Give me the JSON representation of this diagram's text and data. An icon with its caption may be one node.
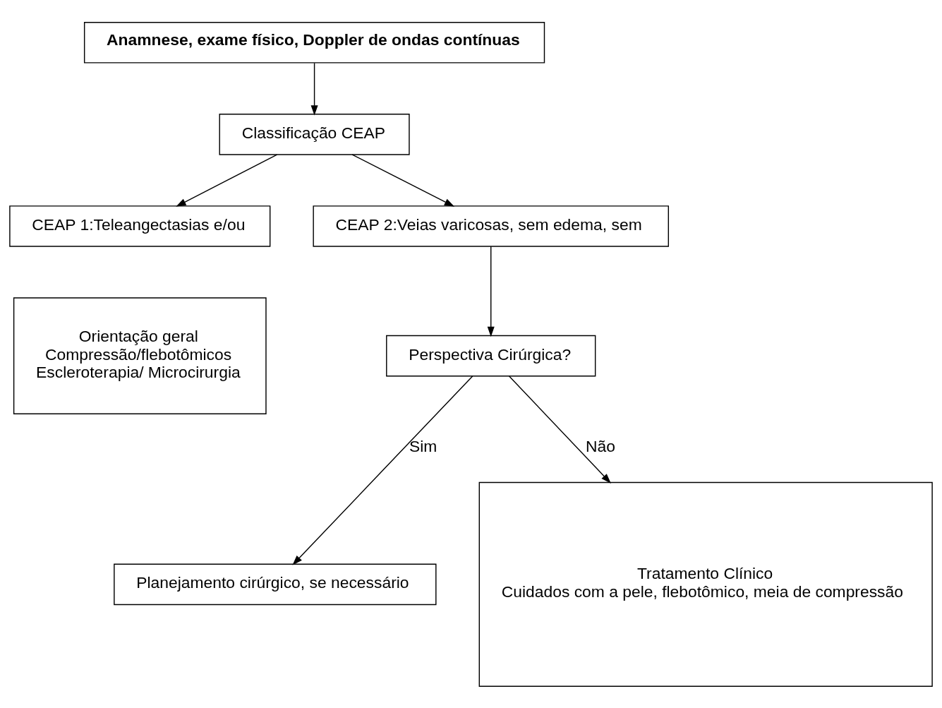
{
  "diagram": {
    "nodes": [
      {
        "text": [
          "Anamnese, exame físico, Doppler de ondas contínuas"
        ]
      },
      {
        "text": [
          "Classificação CEAP"
        ]
      },
      {
        "text": [
          "CEAP 1:Teleangectasias e/ou"
        ]
      },
      {
        "text": [
          "CEAP 2:Veias varicosas, sem edema, sem"
        ]
      },
      {
        "text": [
          "Orientação geral",
          "Compressão/flebotômicos",
          "Escleroterapia/ Microcirurgia"
        ]
      },
      {
        "text": [
          "Perspectiva Cirúrgica?"
        ]
      },
      {
        "text": [
          "Planejamento cirúrgico, se necessário"
        ]
      },
      {
        "text": [
          "Tratamento Clínico",
          "Cuidados com a pele, flebotômico, meia de compressão"
        ]
      }
    ],
    "edges": [
      {
        "from": 0,
        "to": 1,
        "arrow": "to"
      },
      {
        "from": 1,
        "to": 2,
        "arrow": "to"
      },
      {
        "from": 1,
        "to": 3,
        "arrow": "to"
      },
      {
        "from": 3,
        "to": 5,
        "arrow": "to"
      },
      {
        "from": 5,
        "to": 6,
        "arrow": "to",
        "label": "Sim"
      },
      {
        "from": 5,
        "to": 7,
        "arrow": "to",
        "label": "Não"
      }
    ]
  }
}
